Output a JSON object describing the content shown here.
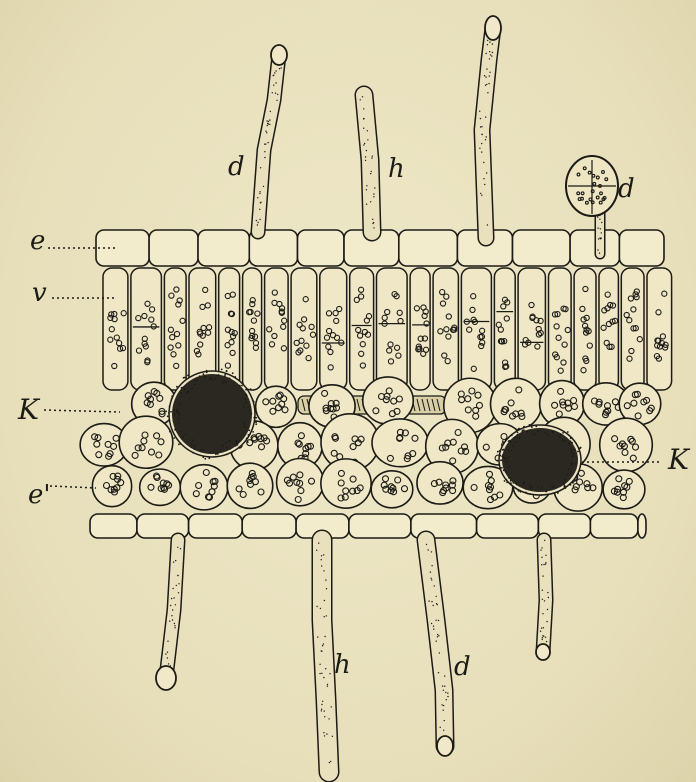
{
  "figure": {
    "labels": {
      "e_top": "e",
      "v": "v",
      "K_left": "K",
      "e_bottom": "e'",
      "K_right": "K",
      "d_top_left": "d",
      "h_top": "h",
      "d_top_right": "d",
      "h_bottom": "h",
      "d_bottom": "d"
    }
  },
  "colors": {
    "paper": "#ece4c2",
    "ink": "#1c1b16",
    "nucleus": "#1a1813"
  }
}
